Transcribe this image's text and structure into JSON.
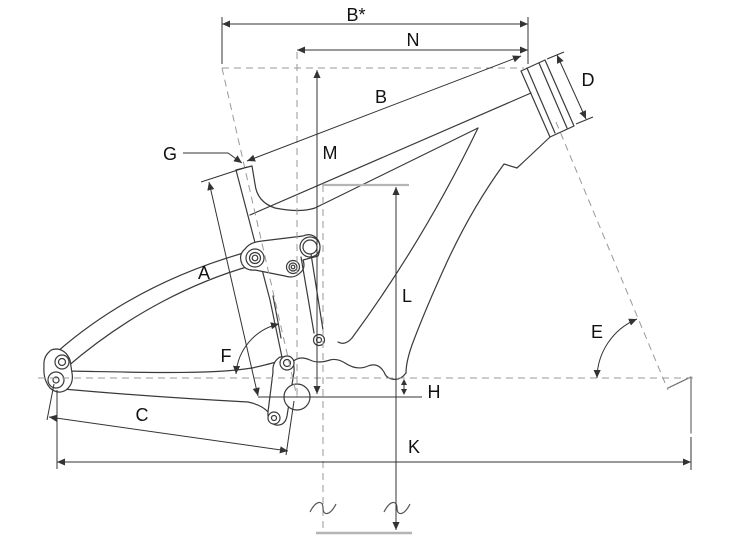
{
  "diagram": {
    "type": "bicycle-frame-geometry-line-drawing",
    "labels": {
      "a": "A",
      "b": "B",
      "bstar": "B*",
      "c": "C",
      "d": "D",
      "e": "E",
      "f": "F",
      "g": "G",
      "h": "H",
      "k": "K",
      "l": "L",
      "m": "M",
      "n": "N"
    },
    "colors": {
      "line": "#3a3a3a",
      "dimension": "#333333",
      "construction": "#999999",
      "reference": "#b5b5b5",
      "background": "#ffffff"
    }
  }
}
